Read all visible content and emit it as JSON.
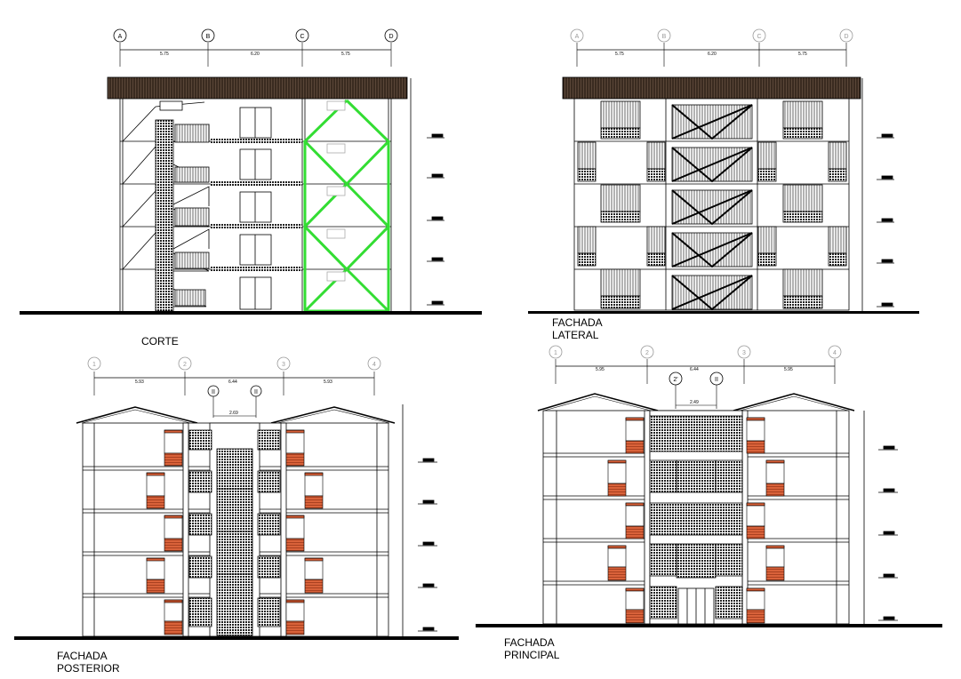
{
  "titles": {
    "corte": "CORTE",
    "lateral": [
      "FACHADA",
      "LATERAL"
    ],
    "posterior": [
      "FACHADA",
      "POSTERIOR"
    ],
    "principal": [
      "FACHADA",
      "PRINCIPAL"
    ]
  },
  "axes_letters": [
    "A",
    "B",
    "C",
    "D"
  ],
  "axes_numbers": [
    "1",
    "2",
    "3",
    "4"
  ],
  "dims_top": [
    "5.75",
    "6.20",
    "5.75"
  ],
  "dims_bottom": [
    "5.93",
    "6.44",
    "5.93"
  ],
  "dims_principal": [
    "5.95",
    "6.44",
    "5.95"
  ],
  "stair_axes": [
    "II",
    "II"
  ],
  "stair_axes_principal": [
    "2'",
    "II"
  ],
  "stair_width": "2.69",
  "stair_width_principal": "2.49",
  "colors": {
    "line": "#000000",
    "roof": "#3a2a20",
    "bracing": "#33dd33",
    "brick": "#d9623a",
    "level": "#00cccc"
  }
}
